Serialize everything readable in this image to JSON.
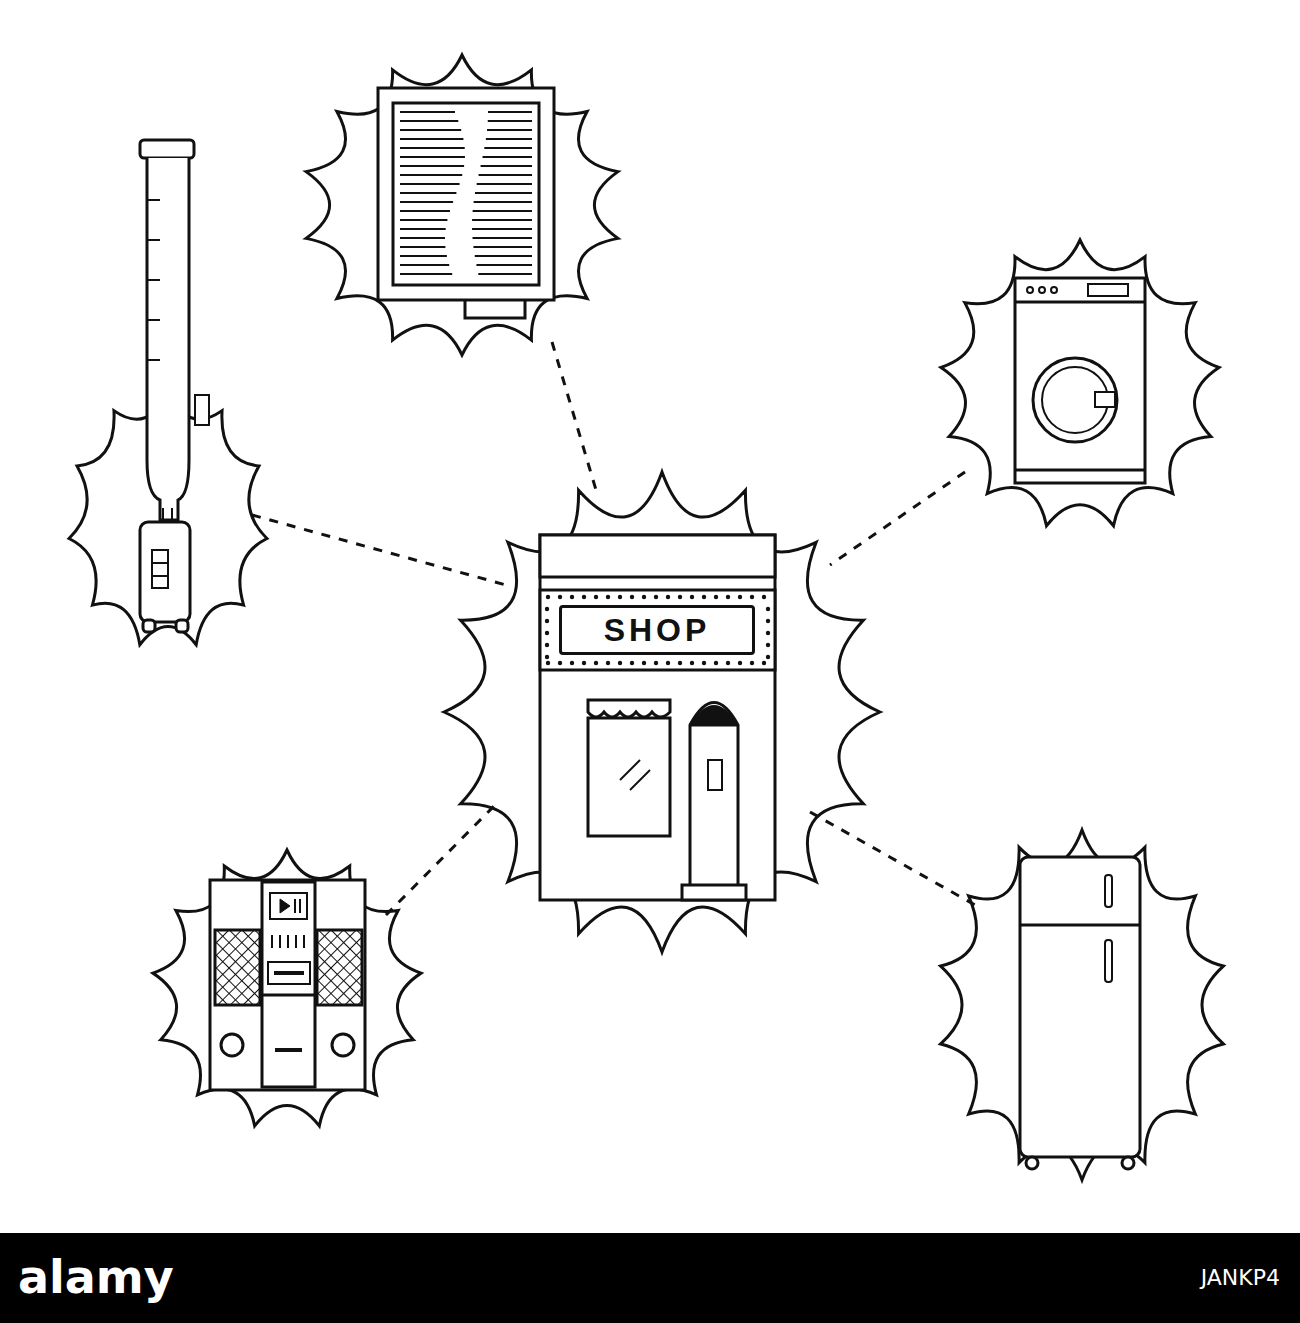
{
  "diagram": {
    "nodes": [
      {
        "text": [
          "SHOP"
        ]
      }
    ],
    "labels": [
      "alamy",
      "JANKP4"
    ]
  }
}
